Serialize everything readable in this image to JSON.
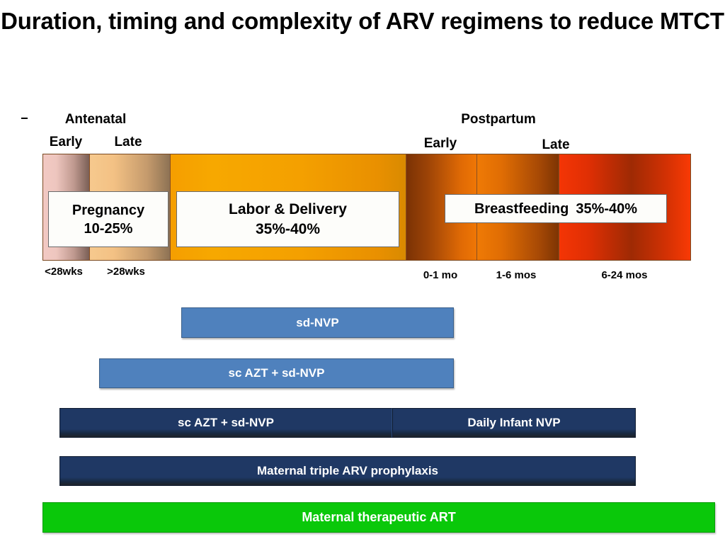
{
  "slide": {
    "title": "Duration, timing and complexity of ARV regimens to reduce MTCT"
  },
  "timeline": {
    "phases": [
      {
        "name": "antenatal",
        "label": "Antenatal",
        "sub_early": "Early",
        "sub_late": "Late"
      },
      {
        "name": "postpartum",
        "label": "Postpartum",
        "sub_early": "Early",
        "sub_late": "Late"
      }
    ],
    "segments": [
      {
        "id": "antenatal-early",
        "tick": "<28wks",
        "color_start": "#f2c9c3",
        "color_end": "#7a5f56"
      },
      {
        "id": "antenatal-late",
        "tick": ">28wks",
        "color_start": "#f6c98e",
        "color_end": "#8d7254"
      },
      {
        "id": "labor",
        "tick": "",
        "color_start": "#f59e00",
        "color_end": "#d98a00"
      },
      {
        "id": "postpartum-early",
        "tick": "0-1 mo",
        "color_start": "#7a3205",
        "color_end": "#ef7605"
      },
      {
        "id": "postpartum-mid",
        "tick": "1-6 mos",
        "color_start": "#ef7a05",
        "color_end": "#7d3404"
      },
      {
        "id": "postpartum-late",
        "tick": "6-24 mos",
        "color_start": "#f43505",
        "color_end": "#f93a05"
      }
    ],
    "callouts": [
      {
        "id": "pregnancy",
        "label": "Pregnancy",
        "value": "10-25%"
      },
      {
        "id": "labor",
        "label": "Labor & Delivery",
        "value": "35%-40%"
      },
      {
        "id": "breastfeeding",
        "label": "Breastfeeding",
        "value": "35%-40%"
      }
    ]
  },
  "regimens": [
    {
      "id": "sd-nvp",
      "label": "sd-NVP",
      "color": "#4f81bd"
    },
    {
      "id": "sc-azt-sd-nvp",
      "label": "sc AZT + sd-NVP",
      "color": "#4f81bd"
    },
    {
      "id": "sc-azt-sd-nvp-2",
      "label": "sc AZT + sd-NVP",
      "color": "#1f3864"
    },
    {
      "id": "daily-infant-nvp",
      "label": "Daily Infant NVP",
      "color": "#1f3864"
    },
    {
      "id": "maternal-triple",
      "label": "Maternal triple ARV prophylaxis",
      "color": "#1f3864"
    },
    {
      "id": "maternal-art",
      "label": "Maternal therapeutic ART",
      "color": "#0ac80a"
    }
  ],
  "chart_data": {
    "type": "bar",
    "title": "Duration, timing and complexity of ARV regimens to reduce MTCT",
    "xlabel": "",
    "ylabel": "",
    "categories": [
      "<28wks",
      ">28wks",
      "Labor & Delivery",
      "0-1 mo",
      "1-6 mos",
      "6-24 mos"
    ],
    "transmission_risk": [
      {
        "period": "Pregnancy",
        "label": "10-25%",
        "low": 10,
        "high": 25
      },
      {
        "period": "Labor & Delivery",
        "label": "35%-40%",
        "low": 35,
        "high": 40
      },
      {
        "period": "Breastfeeding",
        "label": "35%-40%",
        "low": 35,
        "high": 40
      }
    ],
    "series": [
      {
        "name": "sd-NVP",
        "spans": [
          "Labor & Delivery"
        ]
      },
      {
        "name": "sc AZT + sd-NVP",
        "spans": [
          ">28wks",
          "Labor & Delivery"
        ]
      },
      {
        "name": "sc AZT + sd-NVP / Daily Infant NVP",
        "spans": [
          ">28wks",
          "Labor & Delivery",
          "0-1 mo",
          "1-6 mos"
        ]
      },
      {
        "name": "Maternal triple ARV prophylaxis",
        "spans": [
          ">28wks",
          "Labor & Delivery",
          "0-1 mo",
          "1-6 mos"
        ]
      },
      {
        "name": "Maternal therapeutic ART",
        "spans": [
          "<28wks",
          ">28wks",
          "Labor & Delivery",
          "0-1 mo",
          "1-6 mos",
          "6-24 mos"
        ]
      }
    ],
    "legend": "none",
    "grid": false
  }
}
